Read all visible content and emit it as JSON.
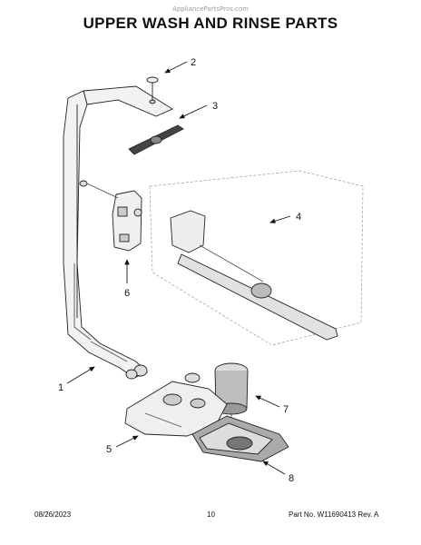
{
  "header": {
    "watermark": "AppliancePartsPros.com",
    "title": "UPPER WASH AND RINSE PARTS"
  },
  "callouts": [
    "2",
    "3",
    "4",
    "6",
    "1",
    "7",
    "5",
    "8"
  ],
  "footer": {
    "date": "08/26/2023",
    "page_number": "10",
    "part_number": "Part No. W11690413  Rev. A"
  }
}
